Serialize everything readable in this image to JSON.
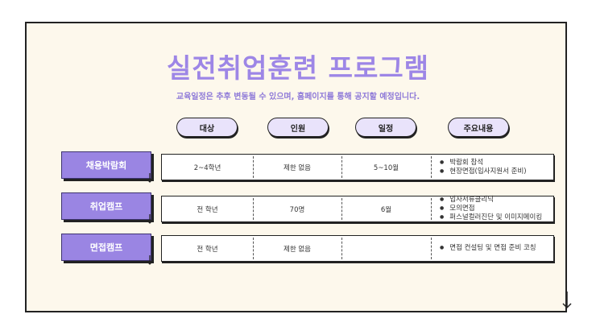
{
  "title": "실전취업훈련 프로그램",
  "subtitle": "교육일정은 추후 변동될 수 있으며, 홈페이지를 통해 공지할 예정입니다.",
  "headers": [
    "대상",
    "인원",
    "일정",
    "주요내용"
  ],
  "programs": [
    {
      "name": "채용박람회",
      "target": "2~4학년",
      "count": "제한 없음",
      "schedule": "5~10월",
      "contents": [
        "박람회 참석",
        "현장면접(입사지원서 준비)"
      ]
    },
    {
      "name": "취업캠프",
      "target": "전 학년",
      "count": "70명",
      "schedule": "6월",
      "contents": [
        "입사서류클리닉",
        "모의면접",
        "퍼스널컬러진단 및 이미지메이킹"
      ]
    },
    {
      "name": "면접캠프",
      "target": "전 학년",
      "count": "제한 없음",
      "schedule": "",
      "contents": [
        "면접 컨설팅 및 면접 준비 코칭"
      ]
    }
  ],
  "colors": {
    "accent": "#9a85e3",
    "pill_bg": "#e9e3fb",
    "slide_bg": "#fdf8ec"
  }
}
